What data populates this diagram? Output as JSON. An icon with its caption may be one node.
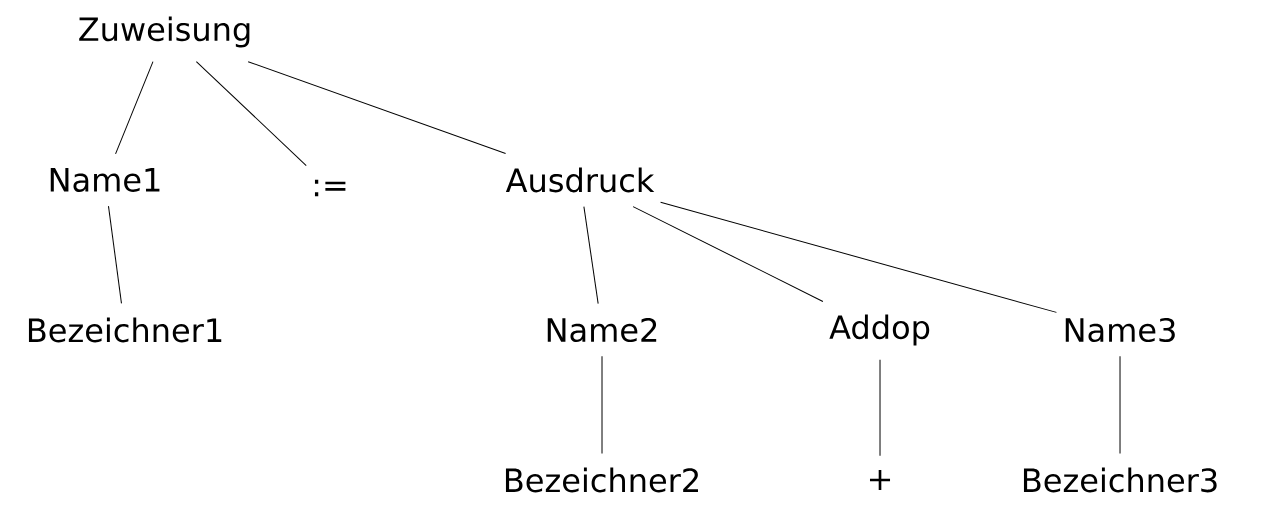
{
  "diagram": {
    "nodes": [
      {
        "text": [
          "Zuweisung"
        ]
      },
      {
        "text": [
          "Name1"
        ]
      },
      {
        "text": [
          ":="
        ]
      },
      {
        "text": [
          "Ausdruck"
        ]
      },
      {
        "text": [
          "Bezeichner1"
        ]
      },
      {
        "text": [
          "Name2"
        ]
      },
      {
        "text": [
          "Addop"
        ]
      },
      {
        "text": [
          "Name3"
        ]
      },
      {
        "text": [
          "Bezeichner2"
        ]
      },
      {
        "text": [
          "+"
        ]
      },
      {
        "text": [
          "Bezeichner3"
        ]
      }
    ],
    "edges": [
      {
        "from": 0,
        "to": 1,
        "arrow": "none"
      },
      {
        "from": 0,
        "to": 2,
        "arrow": "none"
      },
      {
        "from": 0,
        "to": 3,
        "arrow": "none"
      },
      {
        "from": 1,
        "to": 4,
        "arrow": "none"
      },
      {
        "from": 3,
        "to": 5,
        "arrow": "none"
      },
      {
        "from": 3,
        "to": 6,
        "arrow": "none"
      },
      {
        "from": 3,
        "to": 7,
        "arrow": "none"
      },
      {
        "from": 5,
        "to": 8,
        "arrow": "none"
      },
      {
        "from": 6,
        "to": 9,
        "arrow": "none"
      },
      {
        "from": 7,
        "to": 10,
        "arrow": "none"
      }
    ]
  }
}
